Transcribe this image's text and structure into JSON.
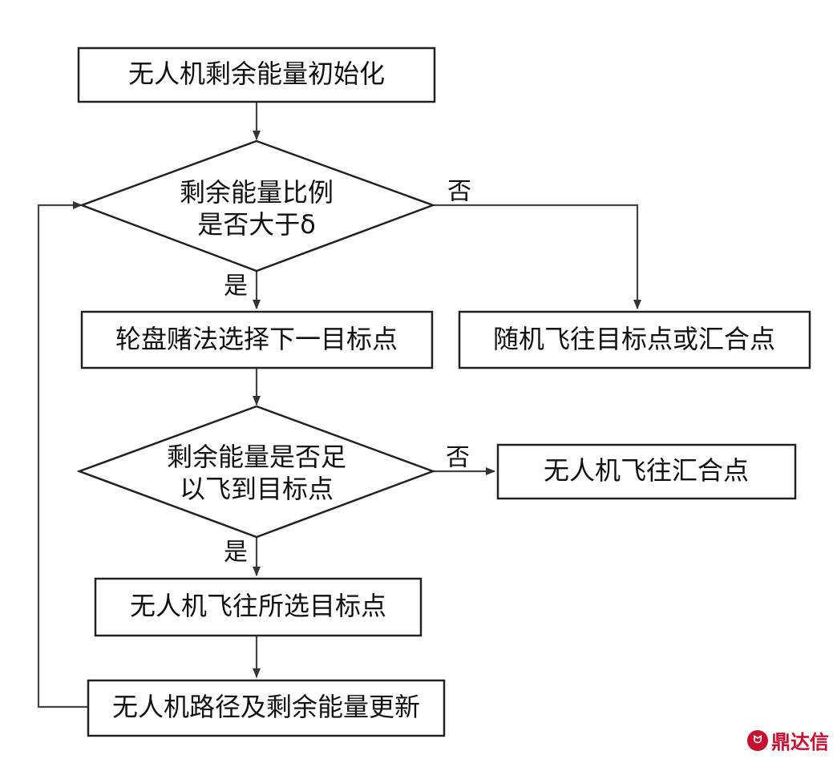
{
  "nodes": {
    "init": "无人机剩余能量初始化",
    "decision1_line1": "剩余能量比例",
    "decision1_line2": "是否大于δ",
    "roulette": "轮盘赌法选择下一目标点",
    "random_fly": "随机飞往目标点或汇合点",
    "decision2_line1": "剩余能量是否足",
    "decision2_line2": "以飞到目标点",
    "fly_rendezvous": "无人机飞往汇合点",
    "fly_selected": "无人机飞往所选目标点",
    "update": "无人机路径及剩余能量更新"
  },
  "edge_labels": {
    "d1_no": "否",
    "d1_yes": "是",
    "d2_no": "否",
    "d2_yes": "是"
  },
  "watermark": {
    "text": "鼎达信"
  },
  "colors": {
    "stroke": "#222222",
    "watermark": "#c8102e"
  }
}
